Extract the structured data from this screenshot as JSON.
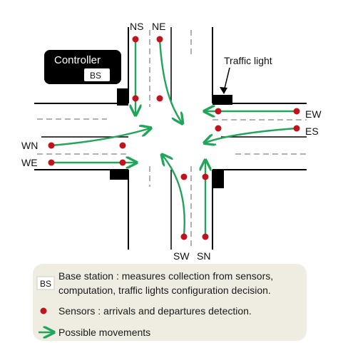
{
  "intersection": {
    "approach_labels": {
      "ns": "NS",
      "ne": "NE",
      "ew": "EW",
      "es": "ES",
      "wn": "WN",
      "we": "WE",
      "sw": "SW",
      "sn": "SN"
    },
    "traffic_light_label": "Traffic light"
  },
  "controller": {
    "title": "Controller",
    "badge": "BS"
  },
  "legend": {
    "bs_badge": "BS",
    "bs_line1": "Base station : measures collection from sensors,",
    "bs_line2": "computation, traffic lights configuration decision.",
    "sensor_text": "Sensors : arrivals and departures detection.",
    "movement_text": "Possible movements"
  },
  "colors": {
    "road_edge": "#000000",
    "lane_divider": "#a8a8a8",
    "arrow": "#22a55a",
    "sensor": "#c0141c",
    "controller_box": "#000000",
    "legend_bg": "#efede2"
  }
}
